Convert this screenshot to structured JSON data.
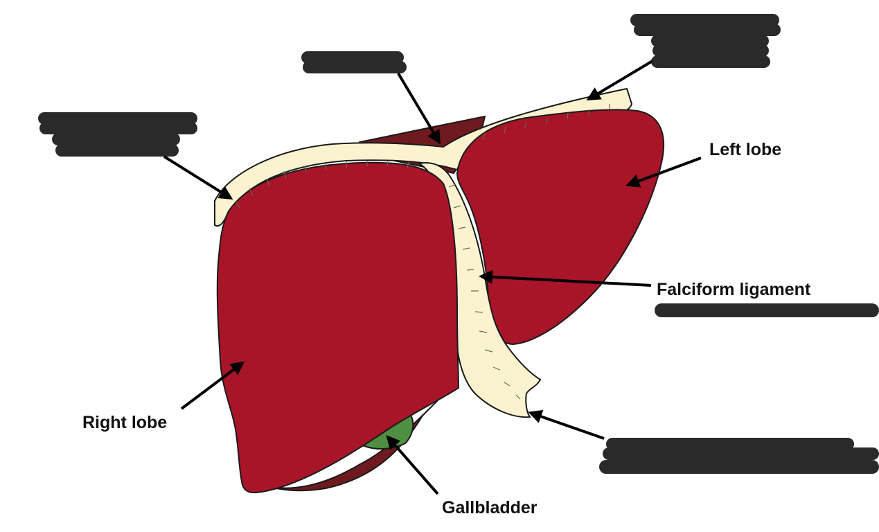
{
  "diagram": {
    "labels": {
      "left_lobe": "Left lobe",
      "falciform_ligament": "Falciform ligament",
      "right_lobe": "Right lobe",
      "gallbladder": "Gallbladder"
    },
    "colors": {
      "liver": "#a81428",
      "liver_dark": "#6e1a1f",
      "ligament": "#fbf3cf",
      "gallbladder": "#4f8f42",
      "outline": "#1a1a1a",
      "redaction": "#2a2a2a"
    }
  }
}
